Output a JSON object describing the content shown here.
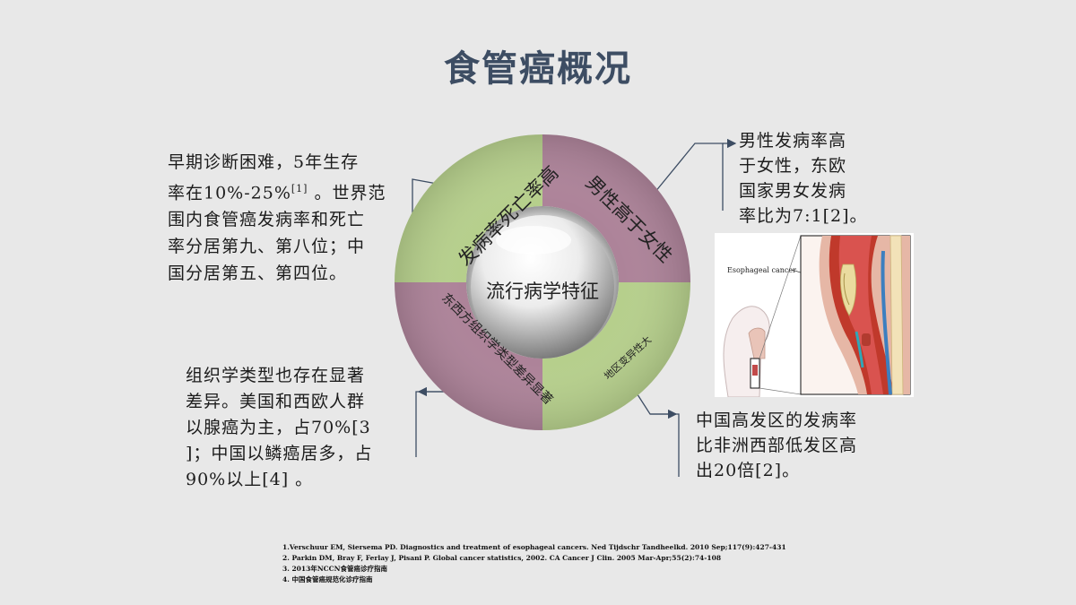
{
  "title": "食管癌概况",
  "center_label": "流行病学特征",
  "segments": {
    "top_left": "发病率死亡率高",
    "top_right": "男性高于女性",
    "bottom_left": "东西方组织学类型差异显著",
    "bottom_right": "地区变异性大"
  },
  "text_top_left": {
    "line1": "早期诊断困难，5年生存",
    "line2_pre": "率在10%-25%",
    "line2_sup": "[1]",
    "line2_post": " 。世界范",
    "line3": "围内食管癌发病率和死亡",
    "line4": "率分居第九、第八位；中",
    "line5": "国分居第五、第四位。"
  },
  "text_top_right": {
    "line1": "男性发病率高",
    "line2": "于女性，东欧",
    "line3": "国家男女发病",
    "line4": "率比为7:1[2]。"
  },
  "text_bottom_left": {
    "line1": "组织学类型也存在显著",
    "line2": "差异。美国和西欧人群",
    "line3": "以腺癌为主，占70%[3",
    "line4": "]；中国以鳞癌居多，占",
    "line5": "90%以上[4] 。"
  },
  "text_bottom_right": {
    "line1": "中国高发区的发病率",
    "line2": "比非洲西部低发区高",
    "line3": "出20倍[2]。"
  },
  "illustration_label": "Esophageal cancer",
  "references": [
    "1.Verschuur EM, Siersema PD. Diagnostics and treatment of esophageal cancers. Ned Tijdschr Tandheelkd. 2010 Sep;117(9):427-431",
    "2. Parkin DM, Bray F, Ferlay J, Pisani P. Global cancer statistics, 2002. CA Cancer J Clin. 2005 Mar-Apr;55(2):74-108",
    "3. 2013年NCCN食管癌诊疗指南",
    "4. 中国食管癌规范化诊疗指南"
  ],
  "colors": {
    "green": "#b6cf8c",
    "mauve": "#ad8399",
    "title": "#3d4d63",
    "callout_line": "#3d4d63",
    "background": "#e8e8e8"
  }
}
